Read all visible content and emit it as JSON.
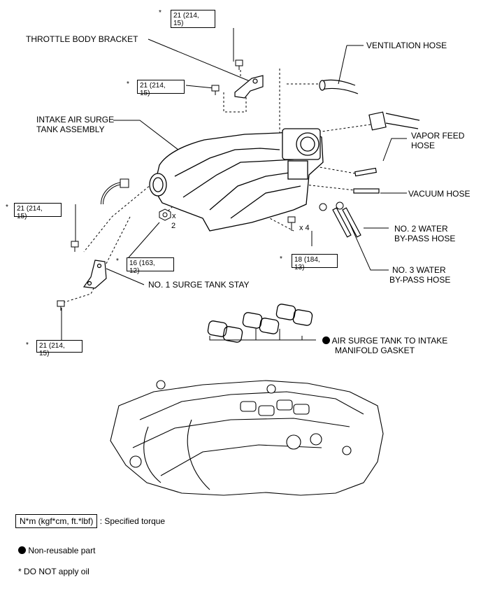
{
  "labels": {
    "throttle_body_bracket": "THROTTLE BODY BRACKET",
    "ventilation_hose": "VENTILATION HOSE",
    "intake_air_surge_tank_1": "INTAKE AIR SURGE",
    "intake_air_surge_tank_2": "TANK ASSEMBLY",
    "vapor_feed_hose_1": "VAPOR FEED",
    "vapor_feed_hose_2": "HOSE",
    "vacuum_hose": "VACUUM HOSE",
    "no2_water_bypass_1": "NO. 2 WATER",
    "no2_water_bypass_2": "BY-PASS HOSE",
    "no3_water_bypass_1": "NO. 3 WATER",
    "no3_water_bypass_2": "BY-PASS HOSE",
    "no1_surge_tank_stay": "NO. 1 SURGE TANK STAY",
    "gasket_1": "AIR SURGE TANK TO INTAKE",
    "gasket_2": "MANIFOLD GASKET",
    "qty_x2_a": "x",
    "qty_x2_b": "2",
    "qty_x4": "x 4"
  },
  "torques": {
    "t1": {
      "star": "*",
      "line1": "21 (214,",
      "line2": "15)"
    },
    "t2": {
      "star": "*",
      "line1": "21 (214,",
      "line2": "15)"
    },
    "t3": {
      "star": "*",
      "line1": "21 (214,",
      "line2": "15)"
    },
    "t4": {
      "star": "*",
      "line1": "16 (163,",
      "line2": "12)"
    },
    "t5": {
      "star": "*",
      "line1": "18 (184,",
      "line2": "13)"
    },
    "t6": {
      "star": "*",
      "line1": "21 (214,",
      "line2": "15)"
    }
  },
  "legend": {
    "torque_box": "N*m (kgf*cm, ft.*lbf)",
    "torque_desc": ": Specified torque",
    "nonreusable": "Non-reusable part",
    "no_oil": "* DO NOT apply oil"
  }
}
